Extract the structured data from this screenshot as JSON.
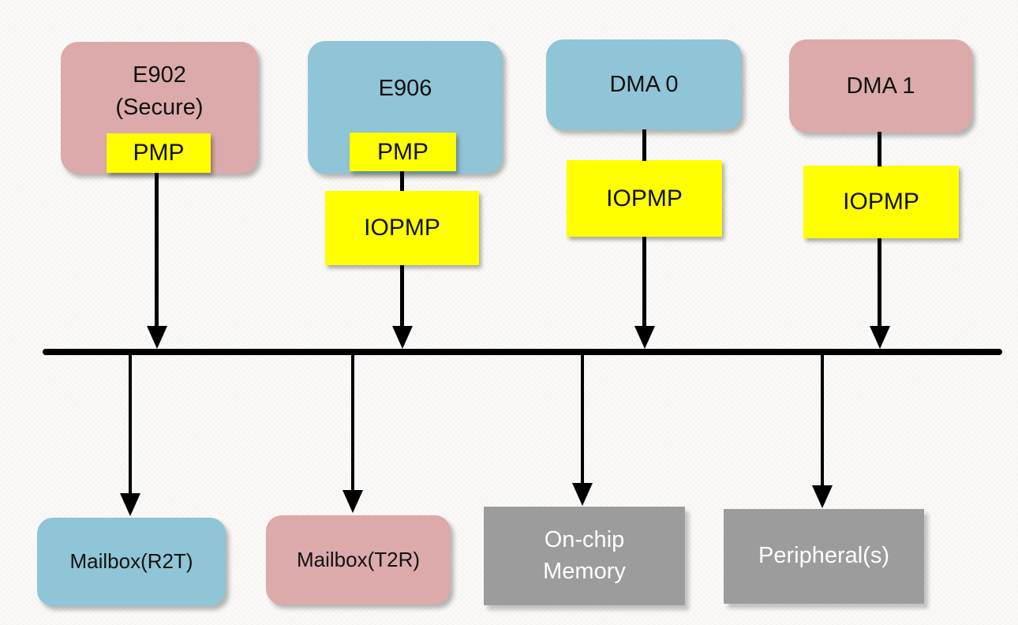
{
  "nodes": {
    "e902": {
      "line1": "E902",
      "line2": "(Secure)",
      "pmp_label": "PMP"
    },
    "e906": {
      "label": "E906",
      "pmp_label": "PMP",
      "iopmp_label": "IOPMP"
    },
    "dma0": {
      "label": "DMA 0",
      "iopmp_label": "IOPMP"
    },
    "dma1": {
      "label": "DMA 1",
      "iopmp_label": "IOPMP"
    },
    "mailbox_r2t": {
      "label": "Mailbox(R2T)"
    },
    "mailbox_t2r": {
      "label": "Mailbox(T2R)"
    },
    "onchip_memory": {
      "line1": "On-chip",
      "line2": "Memory"
    },
    "peripherals": {
      "label": "Peripheral(s)"
    }
  },
  "colors": {
    "pink": "#DCAAAA",
    "blue": "#8FC5D6",
    "yellow": "#FFFF00",
    "gray": "#9C9C9C",
    "line": "#000000",
    "background": "#FBFAF8",
    "text_dark": "#111111",
    "text_light": "#FFFFFF"
  }
}
